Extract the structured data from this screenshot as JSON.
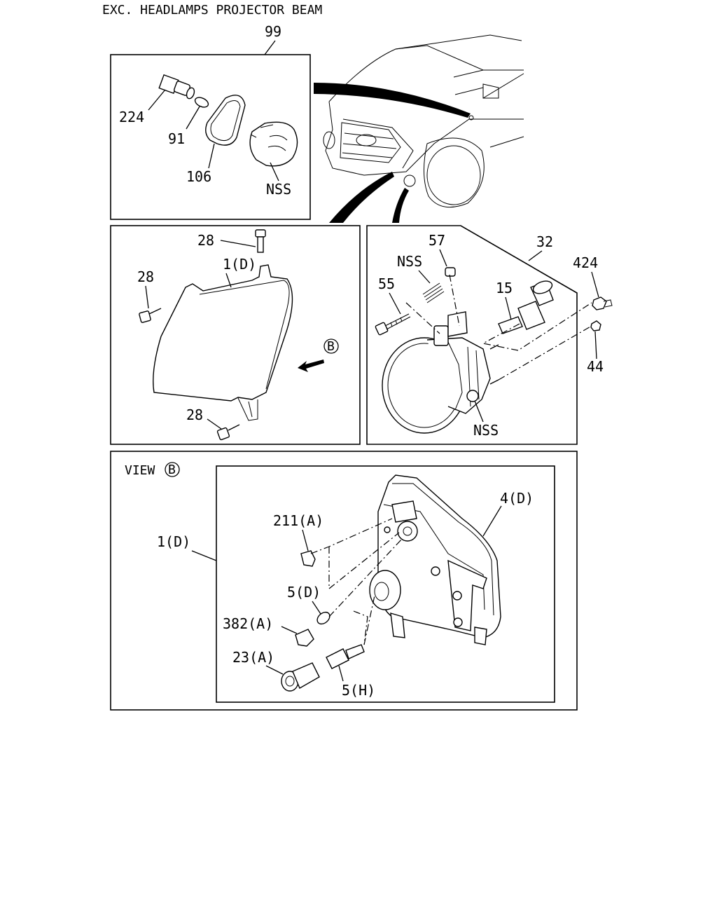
{
  "title": "EXC. HEADLAMPS PROJECTOR BEAM",
  "views": {
    "view_label": "VIEW",
    "view_ref": "B",
    "arrow_ref": "B"
  },
  "labels": {
    "side_marker_group": "99",
    "bulb_socket": "224",
    "bulb": "91",
    "gasket": "106",
    "side_lens": "NSS",
    "screw_top": "28",
    "headlamp": "1(D)",
    "screw_left": "28",
    "screw_bottom": "28",
    "fog_screw_nss": "NSS",
    "fog_clip": "57",
    "fog_assembly": "32",
    "fog_nut_424": "424",
    "fog_bolt": "55",
    "fog_bulb": "15",
    "fog_nut_44": "44",
    "fog_nss_bottom": "NSS",
    "headlamp_view": "1(D)",
    "housing": "4(D)",
    "socket_211": "211(A)",
    "bulb_5d": "5(D)",
    "socket_382": "382(A)",
    "socket_23": "23(A)",
    "bulb_5h": "5(H)"
  }
}
